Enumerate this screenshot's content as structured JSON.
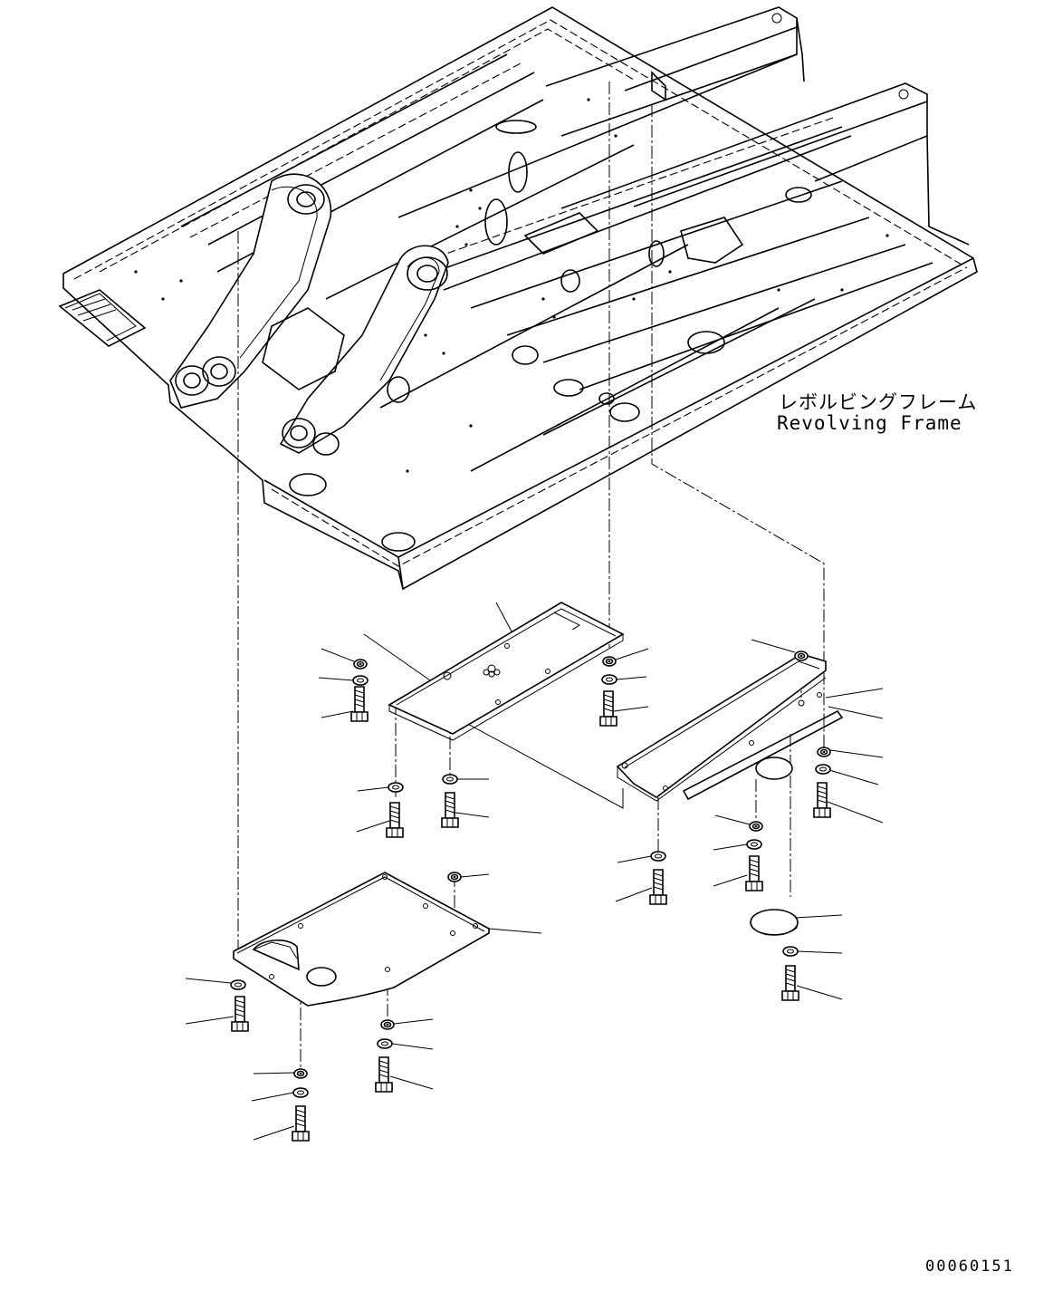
{
  "callout": {
    "label_jp": "レボルビングフレーム",
    "label_en": "Revolving Frame"
  },
  "document": {
    "number": "00060151"
  },
  "colors": {
    "ink": "#000000",
    "paper": "#ffffff"
  }
}
